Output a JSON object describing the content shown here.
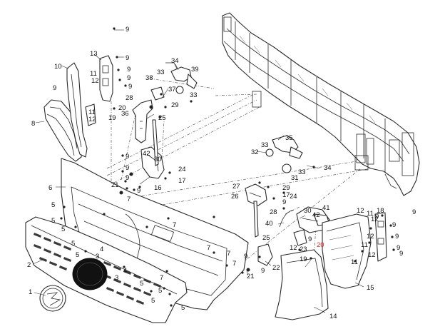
{
  "diagram": {
    "callouts": [
      {
        "id": "c1",
        "text": "1"
      },
      {
        "id": "c2",
        "text": "2"
      },
      {
        "id": "c3a",
        "text": "3"
      },
      {
        "id": "c3b",
        "text": "3"
      },
      {
        "id": "c4a",
        "text": "4"
      },
      {
        "id": "c4b",
        "text": "4"
      },
      {
        "id": "c5a",
        "text": "5"
      },
      {
        "id": "c5b",
        "text": "5"
      },
      {
        "id": "c5c",
        "text": "5"
      },
      {
        "id": "c5d",
        "text": "5"
      },
      {
        "id": "c5e",
        "text": "5"
      },
      {
        "id": "c5f",
        "text": "5"
      },
      {
        "id": "c5g",
        "text": "5"
      },
      {
        "id": "c5h",
        "text": "5"
      },
      {
        "id": "c5i",
        "text": "5"
      },
      {
        "id": "c6",
        "text": "6"
      },
      {
        "id": "c7a",
        "text": "7"
      },
      {
        "id": "c7b",
        "text": "7"
      },
      {
        "id": "c7c",
        "text": "7"
      },
      {
        "id": "c7d",
        "text": "7"
      },
      {
        "id": "c7e",
        "text": "7"
      },
      {
        "id": "c7f",
        "text": "7"
      },
      {
        "id": "c8",
        "text": "8"
      },
      {
        "id": "c9a",
        "text": "9"
      },
      {
        "id": "c9b",
        "text": "9"
      },
      {
        "id": "c9c",
        "text": "9"
      },
      {
        "id": "c9d",
        "text": "9"
      },
      {
        "id": "c9e",
        "text": "9"
      },
      {
        "id": "c9f",
        "text": "9"
      },
      {
        "id": "c9g",
        "text": "9"
      },
      {
        "id": "c9h",
        "text": "9"
      },
      {
        "id": "c9i",
        "text": "9"
      },
      {
        "id": "c9j",
        "text": "9"
      },
      {
        "id": "c9k",
        "text": "9"
      },
      {
        "id": "c9l",
        "text": "9"
      },
      {
        "id": "c9m",
        "text": "9"
      },
      {
        "id": "c9n",
        "text": "9"
      },
      {
        "id": "c9o",
        "text": "9"
      },
      {
        "id": "c9p",
        "text": "9"
      },
      {
        "id": "c9q",
        "text": "9"
      },
      {
        "id": "c9r",
        "text": "9"
      },
      {
        "id": "c9s",
        "text": "9"
      },
      {
        "id": "c9t",
        "text": "9"
      },
      {
        "id": "c10",
        "text": "10"
      },
      {
        "id": "c11a",
        "text": "11"
      },
      {
        "id": "c11b",
        "text": "11"
      },
      {
        "id": "c11c",
        "text": "11"
      },
      {
        "id": "c11d",
        "text": "11"
      },
      {
        "id": "c11e",
        "text": "11"
      },
      {
        "id": "c12a",
        "text": "12"
      },
      {
        "id": "c12b",
        "text": "12"
      },
      {
        "id": "c12c",
        "text": "12"
      },
      {
        "id": "c12d",
        "text": "12"
      },
      {
        "id": "c12e",
        "text": "12"
      },
      {
        "id": "c12f",
        "text": "12"
      },
      {
        "id": "c12g",
        "text": "12"
      },
      {
        "id": "c13",
        "text": "13"
      },
      {
        "id": "c14",
        "text": "14"
      },
      {
        "id": "c15",
        "text": "15"
      },
      {
        "id": "c16",
        "text": "16"
      },
      {
        "id": "c17a",
        "text": "17"
      },
      {
        "id": "c17b",
        "text": "17"
      },
      {
        "id": "c18",
        "text": "18"
      },
      {
        "id": "c19a",
        "text": "19"
      },
      {
        "id": "c19b",
        "text": "19"
      },
      {
        "id": "c20a",
        "text": "20"
      },
      {
        "id": "c20b",
        "text": "20",
        "color": "#e0262a"
      },
      {
        "id": "c21a",
        "text": "21"
      },
      {
        "id": "c21b",
        "text": "21"
      },
      {
        "id": "c22",
        "text": "22"
      },
      {
        "id": "c23",
        "text": "23"
      },
      {
        "id": "c24a",
        "text": "24"
      },
      {
        "id": "c24b",
        "text": "24"
      },
      {
        "id": "c25a",
        "text": "25"
      },
      {
        "id": "c25b",
        "text": "25"
      },
      {
        "id": "c26",
        "text": "26"
      },
      {
        "id": "c27",
        "text": "27"
      },
      {
        "id": "c28a",
        "text": "28"
      },
      {
        "id": "c28b",
        "text": "28"
      },
      {
        "id": "c29a",
        "text": "29"
      },
      {
        "id": "c29b",
        "text": "29"
      },
      {
        "id": "c30a",
        "text": "30"
      },
      {
        "id": "c30b",
        "text": "30"
      },
      {
        "id": "c31",
        "text": "31"
      },
      {
        "id": "c32",
        "text": "32"
      },
      {
        "id": "c33a",
        "text": "33"
      },
      {
        "id": "c33b",
        "text": "33"
      },
      {
        "id": "c33c",
        "text": "33"
      },
      {
        "id": "c33d",
        "text": "33"
      },
      {
        "id": "c34a",
        "text": "34"
      },
      {
        "id": "c34b",
        "text": "34"
      },
      {
        "id": "c35",
        "text": "35"
      },
      {
        "id": "c36",
        "text": "36"
      },
      {
        "id": "c37",
        "text": "37"
      },
      {
        "id": "c38",
        "text": "38"
      },
      {
        "id": "c39",
        "text": "39"
      },
      {
        "id": "c40",
        "text": "40"
      },
      {
        "id": "c41",
        "text": "41"
      },
      {
        "id": "c42a",
        "text": "42"
      },
      {
        "id": "c42b",
        "text": "42"
      }
    ]
  }
}
